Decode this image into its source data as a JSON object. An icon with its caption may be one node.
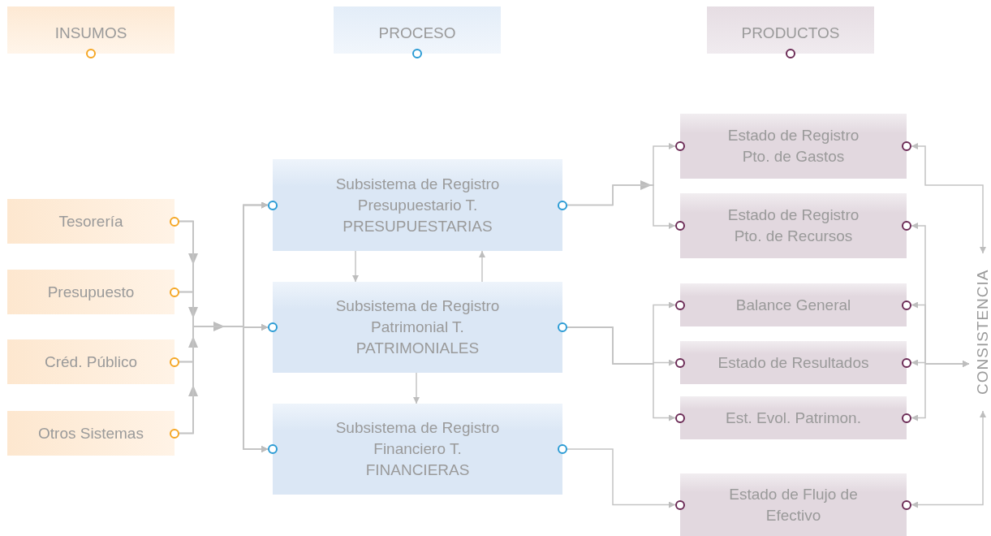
{
  "diagram": {
    "nodes": [
      {
        "text": [
          "INSUMOS"
        ]
      },
      {
        "text": [
          "PROCESO"
        ]
      },
      {
        "text": [
          "PRODUCTOS"
        ]
      },
      {
        "text": [
          "Tesorería"
        ]
      },
      {
        "text": [
          "Presupuesto"
        ]
      },
      {
        "text": [
          "Créd. Público"
        ]
      },
      {
        "text": [
          "Otros Sistemas"
        ]
      },
      {
        "text": [
          "Subsistema de Registro Presupuestario T. PRESUPUESTARIAS"
        ]
      },
      {
        "text": [
          "Subsistema de Registro Patrimonial T. PATRIMONIALES"
        ]
      },
      {
        "text": [
          "Subsistema de Registro Financiero T. FINANCIERAS"
        ]
      },
      {
        "text": [
          "Estado de Registro Pto. de Gastos"
        ]
      },
      {
        "text": [
          "Estado de Registro Pto. de Recursos"
        ]
      },
      {
        "text": [
          "Balance General"
        ]
      },
      {
        "text": [
          "Estado de Resultados"
        ]
      },
      {
        "text": [
          "Est. Evol. Patrimon."
        ]
      },
      {
        "text": [
          "Estado de Flujo de Efectivo"
        ]
      },
      {
        "text": [
          "CONSISTENCIA"
        ]
      }
    ],
    "edges": [
      {
        "from": 3,
        "to": 7,
        "arrow": "to"
      },
      {
        "from": 3,
        "to": 8,
        "arrow": "to"
      },
      {
        "from": 3,
        "to": 9,
        "arrow": "to"
      },
      {
        "from": 4,
        "to": 7,
        "arrow": "to"
      },
      {
        "from": 4,
        "to": 8,
        "arrow": "to"
      },
      {
        "from": 4,
        "to": 9,
        "arrow": "to"
      },
      {
        "from": 5,
        "to": 7,
        "arrow": "to"
      },
      {
        "from": 5,
        "to": 8,
        "arrow": "to"
      },
      {
        "from": 5,
        "to": 9,
        "arrow": "to"
      },
      {
        "from": 6,
        "to": 7,
        "arrow": "to"
      },
      {
        "from": 6,
        "to": 8,
        "arrow": "to"
      },
      {
        "from": 6,
        "to": 9,
        "arrow": "to"
      },
      {
        "from": 7,
        "to": 8,
        "arrow": "to"
      },
      {
        "from": 8,
        "to": 7,
        "arrow": "to"
      },
      {
        "from": 8,
        "to": 9,
        "arrow": "to"
      },
      {
        "from": 7,
        "to": 10,
        "arrow": "to"
      },
      {
        "from": 7,
        "to": 11,
        "arrow": "to"
      },
      {
        "from": 8,
        "to": 12,
        "arrow": "to"
      },
      {
        "from": 8,
        "to": 13,
        "arrow": "to"
      },
      {
        "from": 8,
        "to": 14,
        "arrow": "to"
      },
      {
        "from": 9,
        "to": 15,
        "arrow": "to"
      },
      {
        "from": 10,
        "to": 16,
        "arrow": "both"
      },
      {
        "from": 11,
        "to": 16,
        "arrow": "both"
      },
      {
        "from": 12,
        "to": 16,
        "arrow": "both"
      },
      {
        "from": 13,
        "to": 16,
        "arrow": "both"
      },
      {
        "from": 14,
        "to": 16,
        "arrow": "both"
      },
      {
        "from": 15,
        "to": 16,
        "arrow": "both"
      }
    ]
  }
}
